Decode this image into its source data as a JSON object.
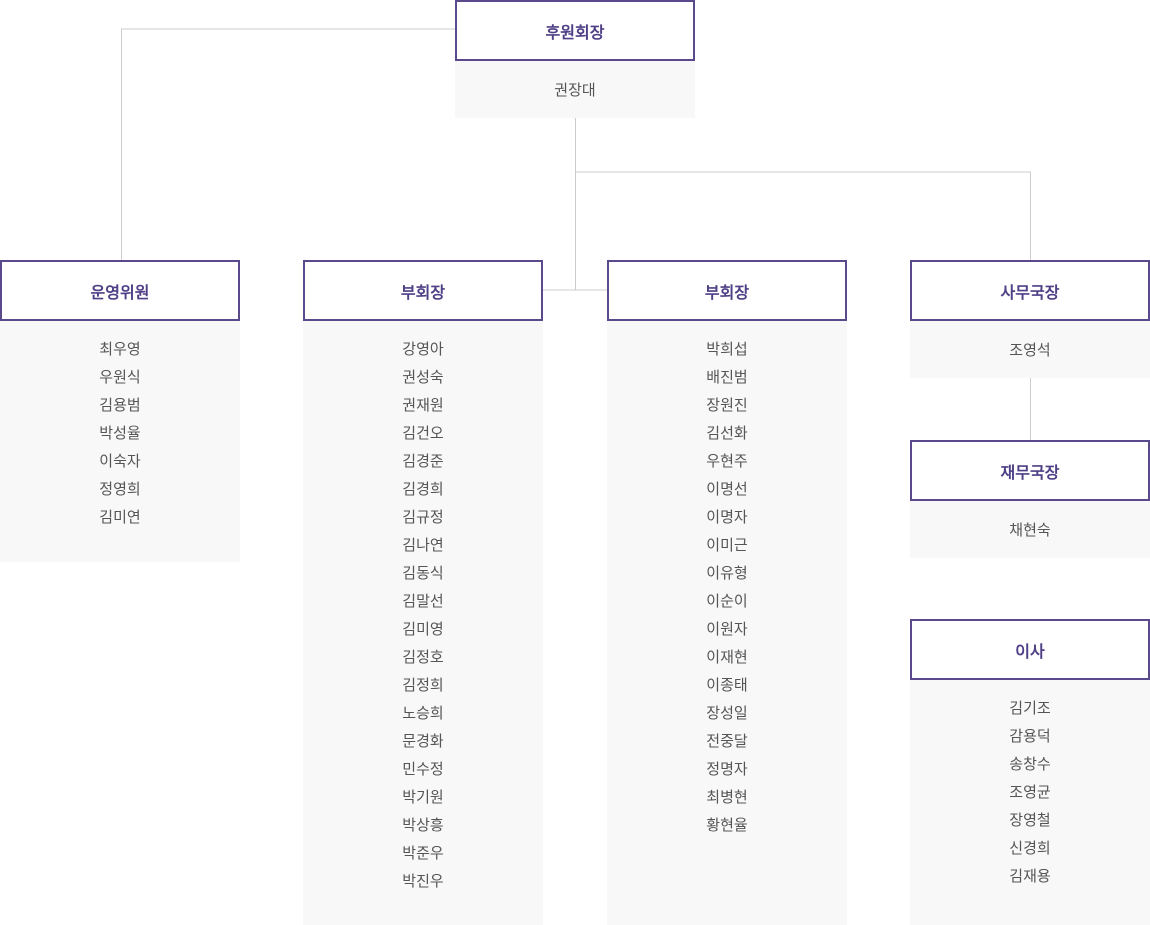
{
  "org_chart": {
    "patron_chairman": {
      "title": "후원회장",
      "members": [
        "권장대"
      ]
    },
    "steering_committee": {
      "title": "운영위원",
      "members": [
        "최우영",
        "우원식",
        "김용범",
        "박성율",
        "이숙자",
        "정영희",
        "김미연"
      ]
    },
    "vice_chairman_1": {
      "title": "부회장",
      "members": [
        "강영아",
        "권성숙",
        "권재원",
        "김건오",
        "김경준",
        "김경희",
        "김규정",
        "김나연",
        "김동식",
        "김말선",
        "김미영",
        "김정호",
        "김정희",
        "노승희",
        "문경화",
        "민수정",
        "박기원",
        "박상흥",
        "박준우",
        "박진우"
      ]
    },
    "vice_chairman_2": {
      "title": "부회장",
      "members": [
        "박희섭",
        "배진범",
        "장원진",
        "김선화",
        "우현주",
        "이명선",
        "이명자",
        "이미근",
        "이유형",
        "이순이",
        "이원자",
        "이재현",
        "이종태",
        "장성일",
        "전중달",
        "정명자",
        "최병현",
        "황현율"
      ]
    },
    "secretary_general": {
      "title": "사무국장",
      "members": [
        "조영석"
      ]
    },
    "treasurer": {
      "title": "재무국장",
      "members": [
        "채현숙"
      ]
    },
    "directors": {
      "title": "이사",
      "members": [
        "김기조",
        "감용덕",
        "송창수",
        "조영균",
        "장영철",
        "신경희",
        "김재용"
      ]
    }
  },
  "colors": {
    "accent": "#5b4a8b",
    "title_text": "#4f3f86",
    "body_bg": "#f8f8f8",
    "line": "#cccccc",
    "text": "#555555"
  }
}
